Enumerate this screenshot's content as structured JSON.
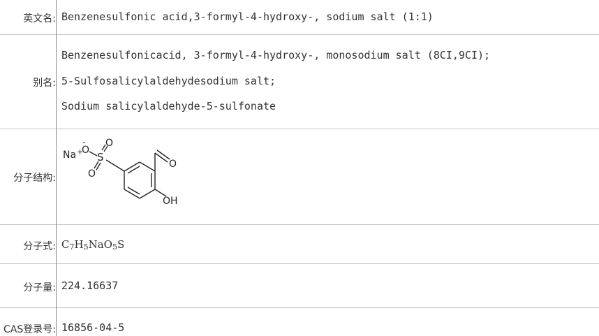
{
  "rows": {
    "english_name": {
      "label": "英文名:",
      "value": "Benzenesulfonic acid,3-formyl-4-hydroxy-, sodium salt (1:1)"
    },
    "synonyms": {
      "label": "别名:",
      "lines": [
        "Benzenesulfonicacid, 3-formyl-4-hydroxy-, monosodium salt (8CI,9CI);",
        "5-Sulfosalicylaldehydesodium salt;",
        "Sodium salicylaldehyde-5-sulfonate"
      ]
    },
    "structure": {
      "label": "分子结构:",
      "atoms": {
        "na": "Na",
        "plus": "+",
        "minus": "-",
        "o_neg": "O",
        "s": "S",
        "o_top": "O",
        "o_bottom": "O",
        "o_aldehyde": "O",
        "oh": "OH"
      }
    },
    "formula": {
      "label": "分子式:",
      "parts": [
        "C",
        "7",
        "H",
        "5",
        "NaO",
        "5",
        "S"
      ]
    },
    "weight": {
      "label": "分子量:",
      "value": "224.16637"
    },
    "cas": {
      "label": "CAS登录号:",
      "value": "16856-04-5"
    }
  }
}
